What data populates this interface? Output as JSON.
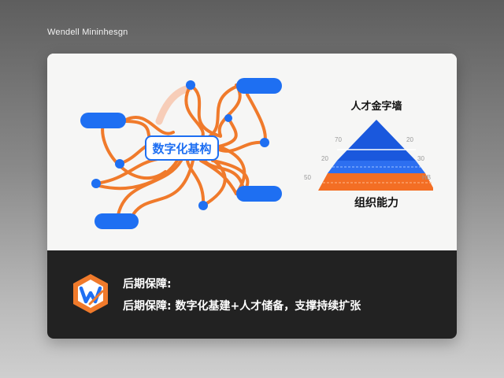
{
  "brand": {
    "text": "Wendell Mininhesgn"
  },
  "diagram": {
    "center_label": "数字化基构"
  },
  "pyramid": {
    "title": "人才金字墙",
    "footer": "组织能力",
    "left_ticks": [
      "70",
      "20",
      "50"
    ],
    "right_ticks": [
      "20",
      "30",
      "HB"
    ]
  },
  "caption": {
    "line1": "后期保障:",
    "line2": "后期保障: 数字化基建+人才储备，支撑持续扩张"
  },
  "colors": {
    "blue": "#1e6ff2",
    "orange": "#f07a2b",
    "dark": "#222222"
  },
  "icons": {
    "logo": "w-hexagon-logo-icon"
  }
}
